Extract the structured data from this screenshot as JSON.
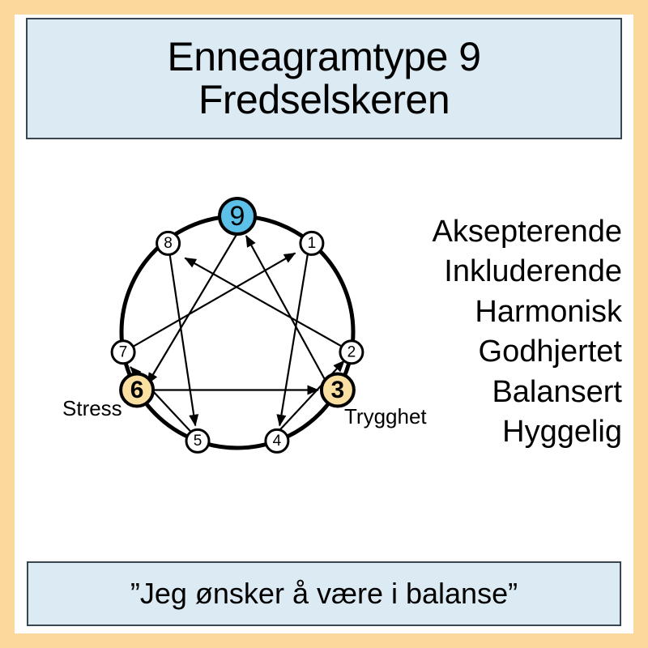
{
  "header": {
    "line1": "Enneagramtype 9",
    "line2": "Fredselskeren",
    "bg_color": "#dceaf4",
    "border_color": "#3b4750"
  },
  "frame": {
    "accent_color": "#fbd89b"
  },
  "keywords": {
    "items": [
      "Aksepterende",
      "Inkluderende",
      "Harmonisk",
      "Godhjertet",
      "Balansert",
      "Hyggelig"
    ]
  },
  "enneagram": {
    "labels": {
      "stress": "Stress",
      "security": "Trygghet"
    },
    "highlight_colors": {
      "main_type": "#5cc0e8",
      "stress_point": "#fadfa3",
      "security_point": "#fadfa3",
      "default_point": "#ffffff",
      "stroke": "#000000"
    },
    "points": [
      {
        "number": "9",
        "angle_deg": 0,
        "state": "main"
      },
      {
        "number": "1",
        "angle_deg": 40,
        "state": "default"
      },
      {
        "number": "2",
        "angle_deg": 80,
        "state": "default"
      },
      {
        "number": "3",
        "angle_deg": 120,
        "state": "security"
      },
      {
        "number": "4",
        "angle_deg": 160,
        "state": "default"
      },
      {
        "number": "5",
        "angle_deg": 200,
        "state": "default"
      },
      {
        "number": "6",
        "angle_deg": 240,
        "state": "stress"
      },
      {
        "number": "7",
        "angle_deg": 280,
        "state": "default"
      },
      {
        "number": "8",
        "angle_deg": 320,
        "state": "default"
      }
    ],
    "triangle_arrows": [
      {
        "from": "9",
        "to": "6"
      },
      {
        "from": "6",
        "to": "3"
      },
      {
        "from": "3",
        "to": "9"
      }
    ],
    "hexad_arrows": [
      {
        "from": "1",
        "to": "4"
      },
      {
        "from": "4",
        "to": "2"
      },
      {
        "from": "2",
        "to": "8"
      },
      {
        "from": "8",
        "to": "5"
      },
      {
        "from": "5",
        "to": "7"
      },
      {
        "from": "7",
        "to": "1"
      }
    ]
  },
  "quote": {
    "text": "”Jeg ønsker å være i balanse”",
    "bg_color": "#dceaf4",
    "border_color": "#3b4750"
  }
}
